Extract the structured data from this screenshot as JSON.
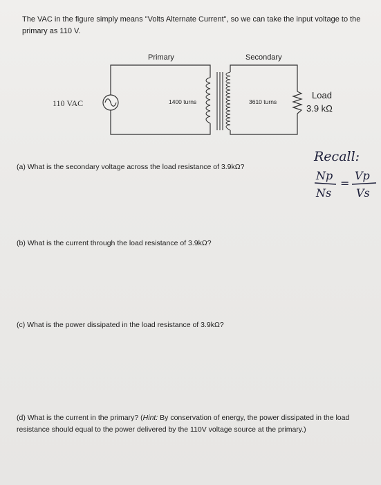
{
  "intro": "The VAC in the figure simply means \"Volts Alternate Current\", so we can take the input voltage to the primary as 110 V.",
  "diagram": {
    "primary_label": "Primary",
    "secondary_label": "Secondary",
    "source_label": "110 VAC",
    "primary_turns": "1400 turns",
    "secondary_turns": "3610 turns",
    "load_label": "Load",
    "load_value": "3.9 kΩ"
  },
  "handwritten_note": {
    "word": "Recall:",
    "np": "Np",
    "ns": "Ns",
    "vp": "Vp",
    "vs": "Vs",
    "equals": "="
  },
  "questions": {
    "a": "(a) What is the secondary voltage across the load resistance of 3.9kΩ?",
    "b": "(b) What is the current through the load resistance of 3.9kΩ?",
    "c": "(c) What is the power dissipated in the load resistance of 3.9kΩ?",
    "d_prefix": "(d) What is the current in the primary? (",
    "d_hint_label": "Hint:",
    "d_hint": " By conservation of energy, the power dissipated in the load resistance should equal to the power delivered by the 110V voltage source at the primary.)"
  }
}
